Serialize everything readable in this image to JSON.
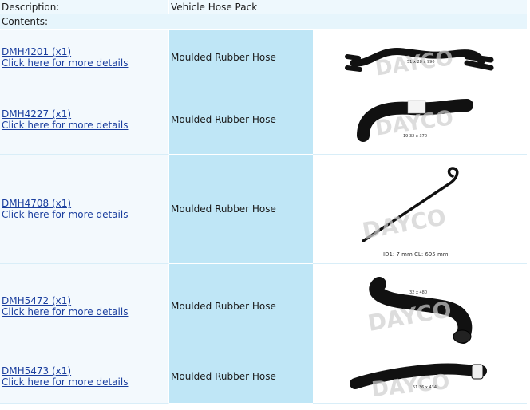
{
  "header": {
    "description_label": "Description:",
    "description_value": "Vehicle Hose Pack",
    "contents_label": "Contents:"
  },
  "items": [
    {
      "code": "DMH4201 (x1)",
      "link": "Click here for more details",
      "desc": "Moulded Rubber Hose",
      "img_label": "51 x 28 x 990",
      "watermark": "DAYCO"
    },
    {
      "code": "DMH4227 (x1)",
      "link": "Click here for more details",
      "desc": "Moulded Rubber Hose",
      "img_label": "19 32 x 370",
      "watermark": "DAYCO"
    },
    {
      "code": "DMH4708 (x1)",
      "link": "Click here for more details",
      "desc": "Moulded Rubber Hose",
      "img_label": "ID1: 7 mm   CL: 695 mm",
      "watermark": "DAYCO"
    },
    {
      "code": "DMH5472 (x1)",
      "link": "Click here for more details",
      "desc": "Moulded Rubber Hose",
      "img_label": "32 x 480",
      "watermark": "DAYCO"
    },
    {
      "code": "DMH5473 (x1)",
      "link": "Click here for more details",
      "desc": "Moulded Rubber Hose",
      "img_label": "51 36 x 434",
      "watermark": "DAYCO"
    }
  ]
}
